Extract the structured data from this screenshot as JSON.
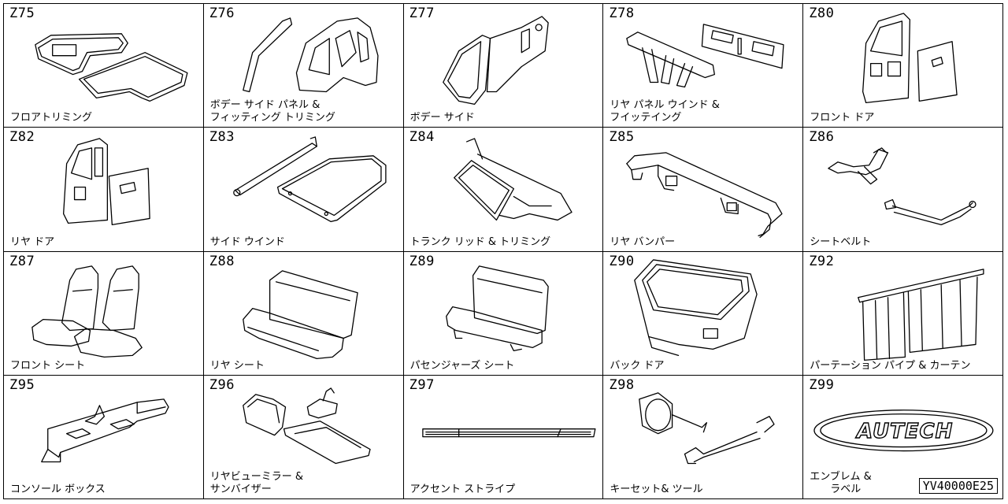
{
  "cells": [
    {
      "code": "Z75",
      "label": [
        "フロアトリミング"
      ]
    },
    {
      "code": "Z76",
      "label": [
        "ボデー サイド パネル &",
        "フィッティング トリミング"
      ]
    },
    {
      "code": "Z77",
      "label": [
        "ボデー サイド"
      ]
    },
    {
      "code": "Z78",
      "label": [
        "リヤ パネル ウインド &",
        "フイッテイング"
      ]
    },
    {
      "code": "Z80",
      "label": [
        "フロント ドア"
      ]
    },
    {
      "code": "Z82",
      "label": [
        "リヤ ドア"
      ]
    },
    {
      "code": "Z83",
      "label": [
        "サイド ウインド"
      ]
    },
    {
      "code": "Z84",
      "label": [
        "トランク リッド & トリミング"
      ]
    },
    {
      "code": "Z85",
      "label": [
        "リヤ バンパー"
      ]
    },
    {
      "code": "Z86",
      "label": [
        "シートベルト"
      ]
    },
    {
      "code": "Z87",
      "label": [
        "フロント シート"
      ]
    },
    {
      "code": "Z88",
      "label": [
        "リヤ シート"
      ]
    },
    {
      "code": "Z89",
      "label": [
        "パセンジャーズ シート"
      ]
    },
    {
      "code": "Z90",
      "label": [
        "バック ドア"
      ]
    },
    {
      "code": "Z92",
      "label": [
        "パーテーション パイプ & カーテン"
      ]
    },
    {
      "code": "Z95",
      "label": [
        "コンソール ボックス"
      ]
    },
    {
      "code": "Z96",
      "label": [
        "リヤビューミラー &",
        "サンバイザー"
      ]
    },
    {
      "code": "Z97",
      "label": [
        "アクセント ストライプ"
      ]
    },
    {
      "code": "Z98",
      "label": [
        "キーセット& ツール"
      ]
    },
    {
      "code": "Z99",
      "label": [
        "エンブレム &",
        "　　ラベル"
      ]
    }
  ],
  "logo_text": "AUTECH",
  "document_number": "YV40000E25"
}
